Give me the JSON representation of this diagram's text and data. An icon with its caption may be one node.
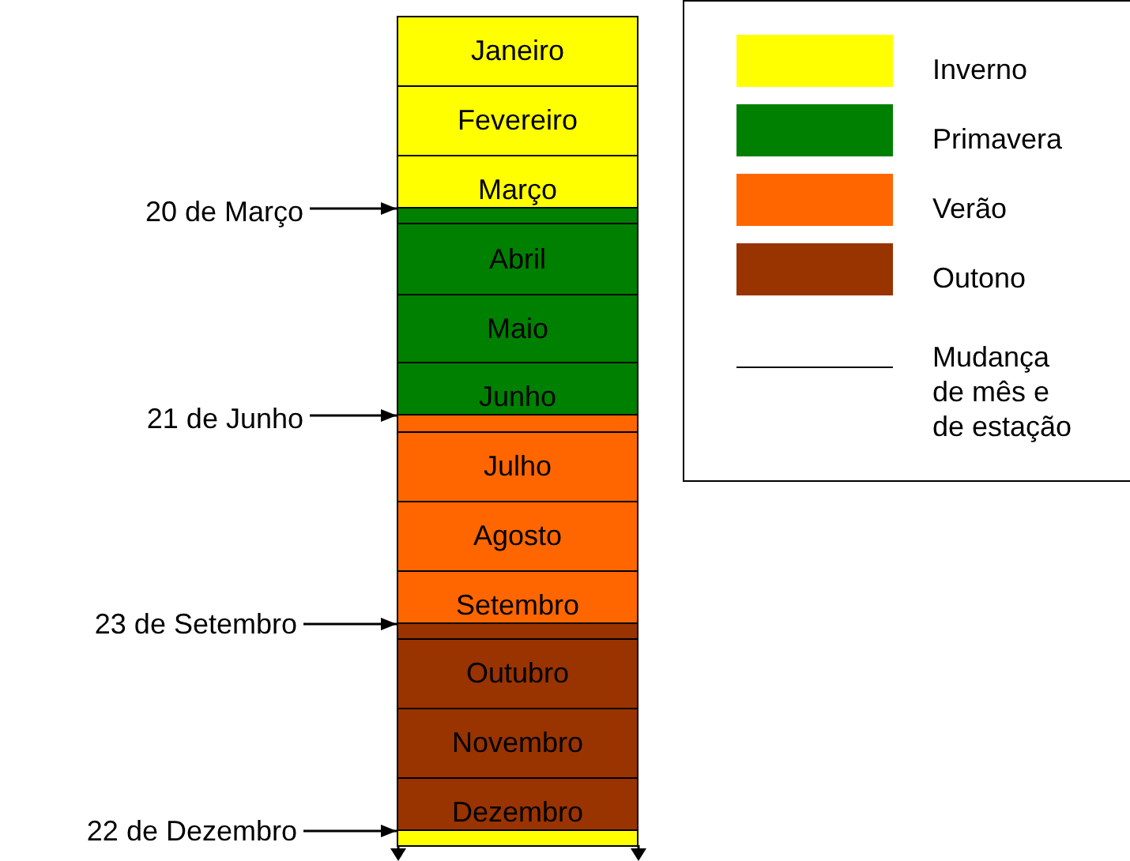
{
  "diagram": {
    "nodes": [
      {
        "text": [
          "Janeiro"
        ]
      },
      {
        "text": [
          "Fevereiro"
        ]
      },
      {
        "text": [
          "Março"
        ]
      },
      {
        "text": [],
        "shape": "bar"
      },
      {
        "text": [
          "Abril"
        ]
      },
      {
        "text": [
          "Maio"
        ]
      },
      {
        "text": [
          "Junho"
        ]
      },
      {
        "text": [],
        "shape": "bar"
      },
      {
        "text": [
          "Julho"
        ]
      },
      {
        "text": [
          "Agosto"
        ]
      },
      {
        "text": [
          "Setembro"
        ]
      },
      {
        "text": [],
        "shape": "bar"
      },
      {
        "text": [
          "Outubro"
        ]
      },
      {
        "text": [
          "Novembro"
        ]
      },
      {
        "text": [
          "Dezembro"
        ]
      },
      {
        "text": [],
        "shape": "bar"
      },
      {
        "text": [
          "20 de Março"
        ]
      },
      {
        "text": [
          "21 de Junho"
        ]
      },
      {
        "text": [
          "23 de Setembro"
        ]
      },
      {
        "text": [
          "22 de Dezembro"
        ]
      }
    ],
    "edges": [
      {
        "from": 16,
        "to": 3,
        "arrow": "to"
      },
      {
        "from": 17,
        "to": 7,
        "arrow": "to"
      },
      {
        "from": 18,
        "to": 11,
        "arrow": "to"
      },
      {
        "from": 19,
        "to": 15,
        "arrow": "to"
      }
    ],
    "legend": [
      {
        "text": "Inverno",
        "color": "#ffff00"
      },
      {
        "text": "Primavera",
        "color": "#008000"
      },
      {
        "text": "Verão",
        "color": "#ff6600"
      },
      {
        "text": "Outono",
        "color": "#993300"
      },
      {
        "text": "Mudança de mês e de estação"
      }
    ]
  }
}
